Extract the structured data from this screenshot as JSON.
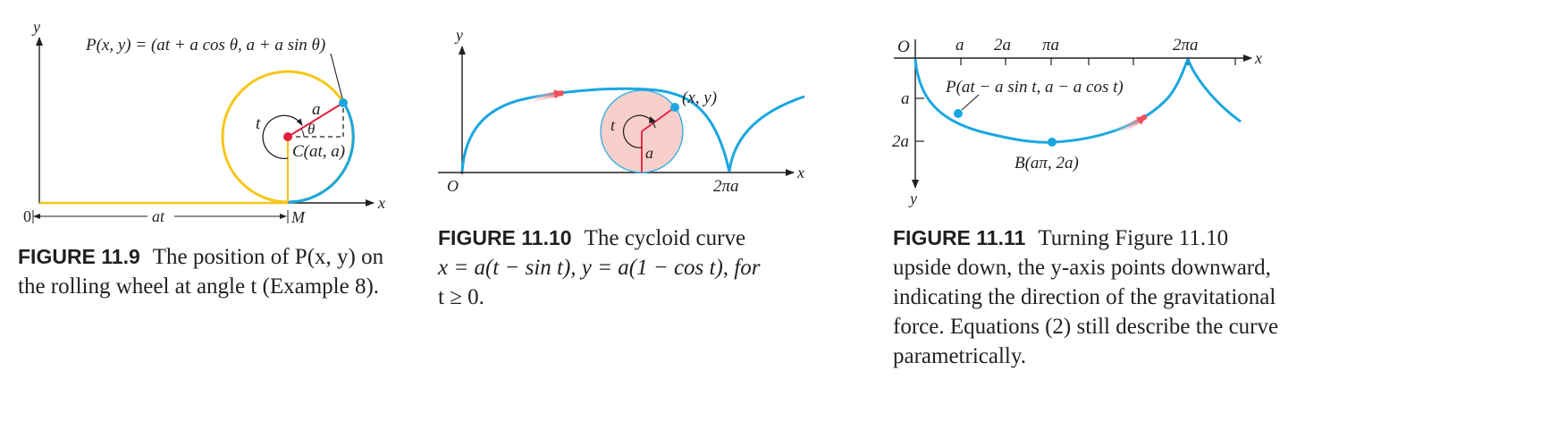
{
  "colors": {
    "blue": "#1aa7e0",
    "yellow": "#f6c619",
    "red": "#e31e3b",
    "disk": "#f7cfcb",
    "ink": "#231f20"
  },
  "figures": [
    {
      "id": "fig-11-9",
      "caption_label": "FIGURE 11.9",
      "caption_line1": "The position of P(x, y) on",
      "caption_line2": "the rolling wheel at angle t (Example 8).",
      "labels": {
        "y_axis": "y",
        "x_axis": "x",
        "origin": "0",
        "point_formula": "P(x, y) = (at + a cos θ, a + a sin θ)",
        "radius": "a",
        "theta": "θ",
        "t": "t",
        "center": "C(at, a)",
        "at": "at",
        "M": "M"
      }
    },
    {
      "id": "fig-11-10",
      "caption_label": "FIGURE 11.10",
      "caption_line1": "The cycloid curve",
      "caption_line2": "x = a(t − sin t), y = a(1 − cos t), for",
      "caption_line3": "t ≥ 0.",
      "labels": {
        "y_axis": "y",
        "x_axis": "x",
        "origin": "O",
        "point": "(x, y)",
        "t": "t",
        "radius": "a",
        "two_pi_a": "2πa"
      }
    },
    {
      "id": "fig-11-11",
      "caption_label": "FIGURE 11.11",
      "caption_line1": "Turning Figure 11.10",
      "caption_line2": "upside down, the y-axis points downward,",
      "caption_line3": "indicating the direction of the gravitational",
      "caption_line4": "force. Equations (2) still describe the curve",
      "caption_line5": "parametrically.",
      "labels": {
        "origin": "O",
        "x_axis": "x",
        "y_axis": "y",
        "tick_a": "a",
        "tick_2a": "2a",
        "tick_pi_a": "πa",
        "tick_2pi_a": "2πa",
        "ytick_a": "a",
        "ytick_2a": "2a",
        "point": "P(at − a sin t, a − a cos t)",
        "bottom": "B(aπ, 2a)"
      }
    }
  ]
}
